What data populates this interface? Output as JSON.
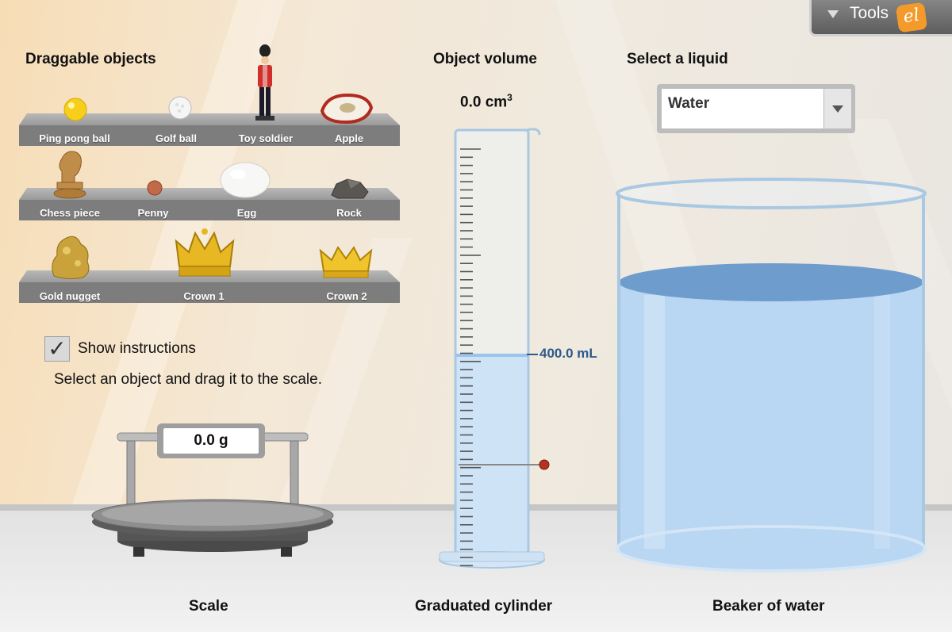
{
  "headings": {
    "draggable_objects": "Draggable objects",
    "object_volume": "Object volume",
    "select_liquid": "Select a liquid"
  },
  "tools": {
    "label": "Tools",
    "logo_text": "el"
  },
  "volume_readout": {
    "value": "0.0 cm",
    "superscript": "3"
  },
  "liquid_select": {
    "selected": "Water"
  },
  "shelves": [
    {
      "items": [
        {
          "name": "Ping pong ball",
          "icon": "ping-pong-ball-icon"
        },
        {
          "name": "Golf ball",
          "icon": "golf-ball-icon"
        },
        {
          "name": "Toy soldier",
          "icon": "toy-soldier-icon"
        },
        {
          "name": "Apple",
          "icon": "apple-icon"
        }
      ]
    },
    {
      "items": [
        {
          "name": "Chess piece",
          "icon": "chess-knight-icon"
        },
        {
          "name": "Penny",
          "icon": "penny-icon"
        },
        {
          "name": "Egg",
          "icon": "egg-icon"
        },
        {
          "name": "Rock",
          "icon": "rock-icon"
        }
      ]
    },
    {
      "items": [
        {
          "name": "Gold nugget",
          "icon": "gold-nugget-icon"
        },
        {
          "name": "Crown 1",
          "icon": "crown-icon"
        },
        {
          "name": "Crown 2",
          "icon": "crown-icon"
        }
      ]
    }
  ],
  "instructions": {
    "checkbox_label": "Show instructions",
    "checked": true,
    "text": "Select an object and drag it to the scale."
  },
  "scale": {
    "readout": "0.0 g"
  },
  "cylinder": {
    "level_label": "400.0 mL"
  },
  "captions": {
    "scale": "Scale",
    "cylinder": "Graduated cylinder",
    "beaker": "Beaker of water"
  },
  "colors": {
    "liquid": "#b9d6f2",
    "liquid_surface": "#6e9ccc",
    "shelf": "#8a8a8a",
    "label_blue": "#2f5b8a",
    "tools_orange": "#f39a2b"
  }
}
